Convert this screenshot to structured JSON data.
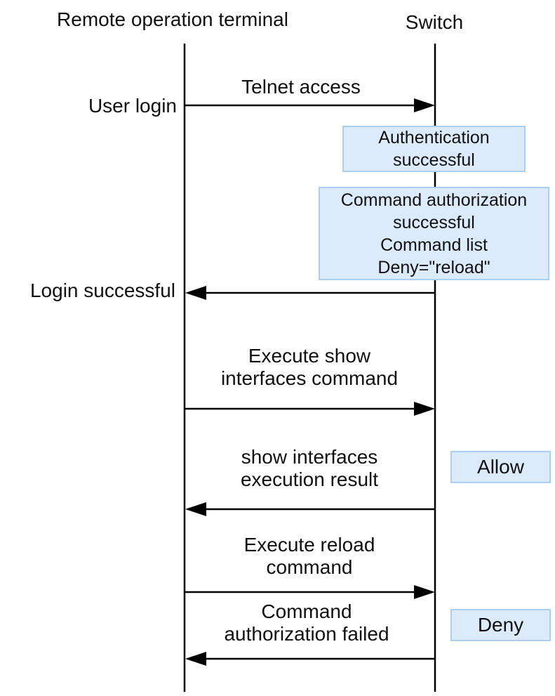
{
  "lanes": {
    "terminal": "Remote operation terminal",
    "switch": "Switch"
  },
  "side_labels": {
    "user_login": "User login",
    "login_successful": "Login successful"
  },
  "messages": [
    {
      "lines": [
        "Telnet access"
      ],
      "direction": "to-switch"
    },
    {
      "lines": [
        "Execute show",
        "interfaces command"
      ],
      "direction": "to-switch"
    },
    {
      "lines": [
        "show interfaces",
        "execution result"
      ],
      "direction": "to-terminal"
    },
    {
      "lines": [
        "Execute reload",
        "command"
      ],
      "direction": "to-switch"
    },
    {
      "lines": [
        "Command",
        "authorization failed"
      ],
      "direction": "to-terminal"
    }
  ],
  "notes": {
    "auth": [
      "Authentication",
      "successful"
    ],
    "cmd_auth": [
      "Command authorization",
      "successful",
      "Command list",
      "Deny=\"reload\""
    ],
    "allow": [
      "Allow"
    ],
    "deny": [
      "Deny"
    ]
  },
  "colors": {
    "note_fill": "#dcebfb",
    "note_border": "#a9cff3",
    "line": "#000000"
  }
}
